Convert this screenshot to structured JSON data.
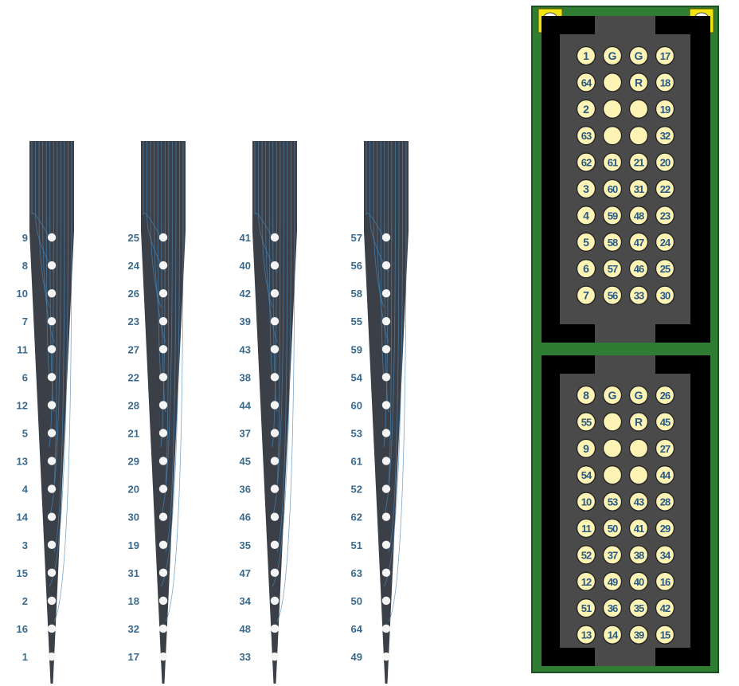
{
  "colors": {
    "shank": "#3b4048",
    "trace": "#4b88b8",
    "site": "#f4f4f4",
    "label": "#3a6a8d",
    "pcb": "#2f7d32",
    "pcb_edge": "#1e4f21",
    "housing": "#000000",
    "socket": "#4a4a4a",
    "pin": "#fcf3b4",
    "pin_text": "#2a5a82",
    "mount_pad": "#f2e414"
  },
  "shanks": [
    {
      "site_labels": [
        "9",
        "8",
        "10",
        "7",
        "11",
        "6",
        "12",
        "5",
        "13",
        "4",
        "14",
        "3",
        "15",
        "2",
        "16",
        "1"
      ]
    },
    {
      "site_labels": [
        "25",
        "24",
        "26",
        "23",
        "27",
        "22",
        "28",
        "21",
        "29",
        "20",
        "30",
        "19",
        "31",
        "18",
        "32",
        "17"
      ]
    },
    {
      "site_labels": [
        "41",
        "40",
        "42",
        "39",
        "43",
        "38",
        "44",
        "37",
        "45",
        "36",
        "46",
        "35",
        "47",
        "34",
        "48",
        "33"
      ]
    },
    {
      "site_labels": [
        "57",
        "56",
        "58",
        "55",
        "59",
        "54",
        "60",
        "53",
        "61",
        "52",
        "62",
        "51",
        "63",
        "50",
        "64",
        "49"
      ]
    }
  ],
  "connector": {
    "top": {
      "rows": [
        [
          "1",
          "G",
          "G",
          "17"
        ],
        [
          "64",
          "",
          "R",
          "18"
        ],
        [
          "2",
          "",
          "",
          "19"
        ],
        [
          "63",
          "",
          "",
          "32"
        ],
        [
          "62",
          "61",
          "21",
          "20"
        ],
        [
          "3",
          "60",
          "31",
          "22"
        ],
        [
          "4",
          "59",
          "48",
          "23"
        ],
        [
          "5",
          "58",
          "47",
          "24"
        ],
        [
          "6",
          "57",
          "46",
          "25"
        ],
        [
          "7",
          "56",
          "33",
          "30"
        ]
      ]
    },
    "bottom": {
      "rows": [
        [
          "8",
          "G",
          "G",
          "26"
        ],
        [
          "55",
          "",
          "R",
          "45"
        ],
        [
          "9",
          "",
          "",
          "27"
        ],
        [
          "54",
          "",
          "",
          "44"
        ],
        [
          "10",
          "53",
          "43",
          "28"
        ],
        [
          "11",
          "50",
          "41",
          "29"
        ],
        [
          "52",
          "37",
          "38",
          "34"
        ],
        [
          "12",
          "49",
          "40",
          "16"
        ],
        [
          "51",
          "36",
          "35",
          "42"
        ],
        [
          "13",
          "14",
          "39",
          "15"
        ]
      ]
    }
  }
}
